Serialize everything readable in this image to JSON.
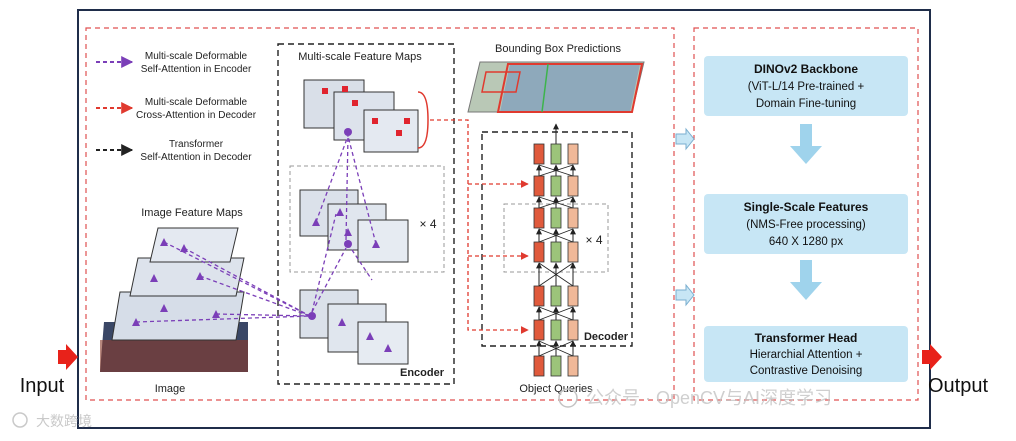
{
  "legend": {
    "items": [
      {
        "line1": "Multi-scale Deformable",
        "line2": "Self-Attention in Encoder",
        "color": "#7b3fb8"
      },
      {
        "line1": "Multi-scale Deformable",
        "line2": "Cross-Attention in Decoder",
        "color": "#e03a2f"
      },
      {
        "line1": "Transformer",
        "line2": "Self-Attention in Decoder",
        "color": "#222222"
      }
    ]
  },
  "labels": {
    "multi_scale_maps": "Multi-scale Feature Maps",
    "bbox_predictions": "Bounding Box Predictions",
    "image_feature_maps": "Image Feature Maps",
    "image": "Image",
    "encoder": "Encoder",
    "decoder": "Decoder",
    "object_queries": "Object Queries",
    "repeat_encoder": "× 4",
    "repeat_decoder": "× 4",
    "input": "Input",
    "output": "Output"
  },
  "pipeline": [
    {
      "title": "DINOv2 Backbone",
      "line1": "(ViT-L/14 Pre-trained +",
      "line2": "Domain Fine-tuning"
    },
    {
      "title": "Single-Scale Features",
      "line1": "(NMS-Free processing)",
      "line2": "640 X 1280 px"
    },
    {
      "title": "Transformer Head",
      "line1": "Hierarchial Attention +",
      "line2": "Contrastive Denoising"
    }
  ],
  "watermark": {
    "left": "大数跨境",
    "right": "公众号 · OpenCV与AI深度学习"
  },
  "colors": {
    "frame": "#1f2d4a",
    "dashed_red": "#e05050",
    "pipeline_fill": "#c7e6f5",
    "pipeline_arrow": "#9fd3ec",
    "input_arrow": "#e8221a",
    "query_red": "#e05a3c",
    "query_green": "#9cc47a",
    "query_peach": "#f0b898",
    "purple": "#7b3fb8"
  }
}
